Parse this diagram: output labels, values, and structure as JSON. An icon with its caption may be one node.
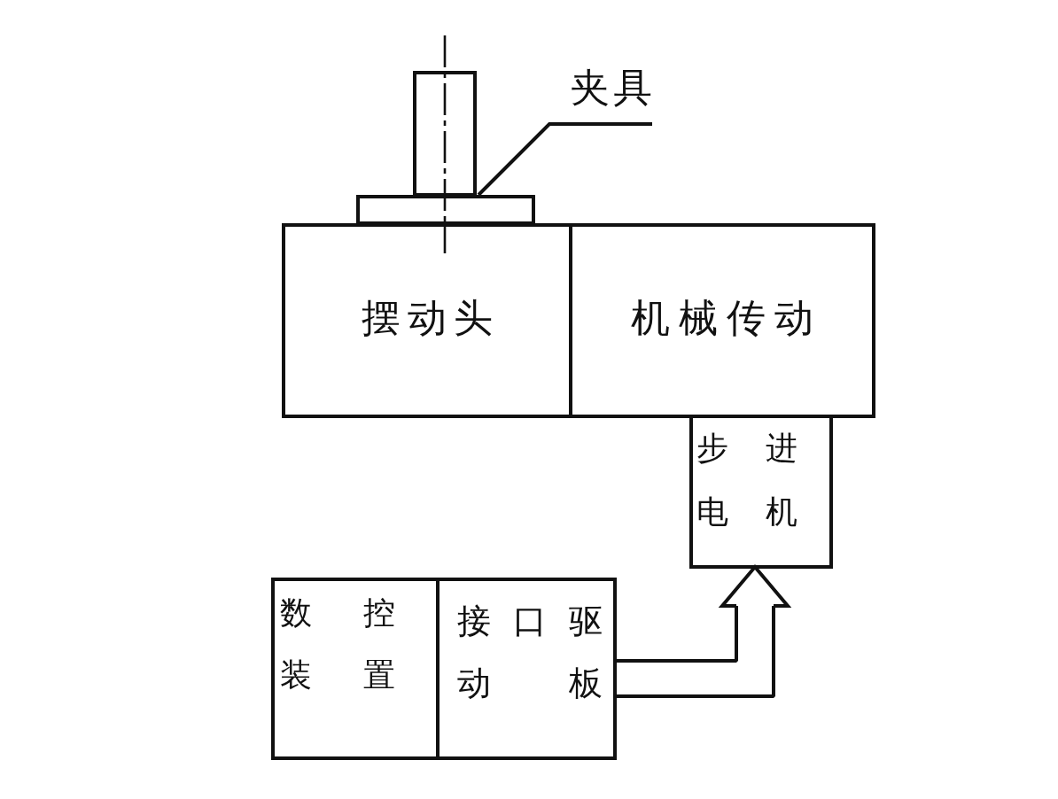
{
  "diagram": {
    "nodes": [
      {
        "text": [
          "夹具"
        ]
      },
      {
        "text": [],
        "shape": "box"
      },
      {
        "text": [
          "摆动头"
        ]
      },
      {
        "text": [
          "机械传动"
        ]
      },
      {
        "text": [
          "步进电机"
        ]
      },
      {
        "text": [
          "数控装置"
        ]
      },
      {
        "text": [
          "接口驱动板"
        ]
      }
    ],
    "edges": [
      {
        "from": 0,
        "to": 1,
        "arrow": "none"
      },
      {
        "from": 6,
        "to": 4,
        "arrow": "to"
      }
    ]
  }
}
